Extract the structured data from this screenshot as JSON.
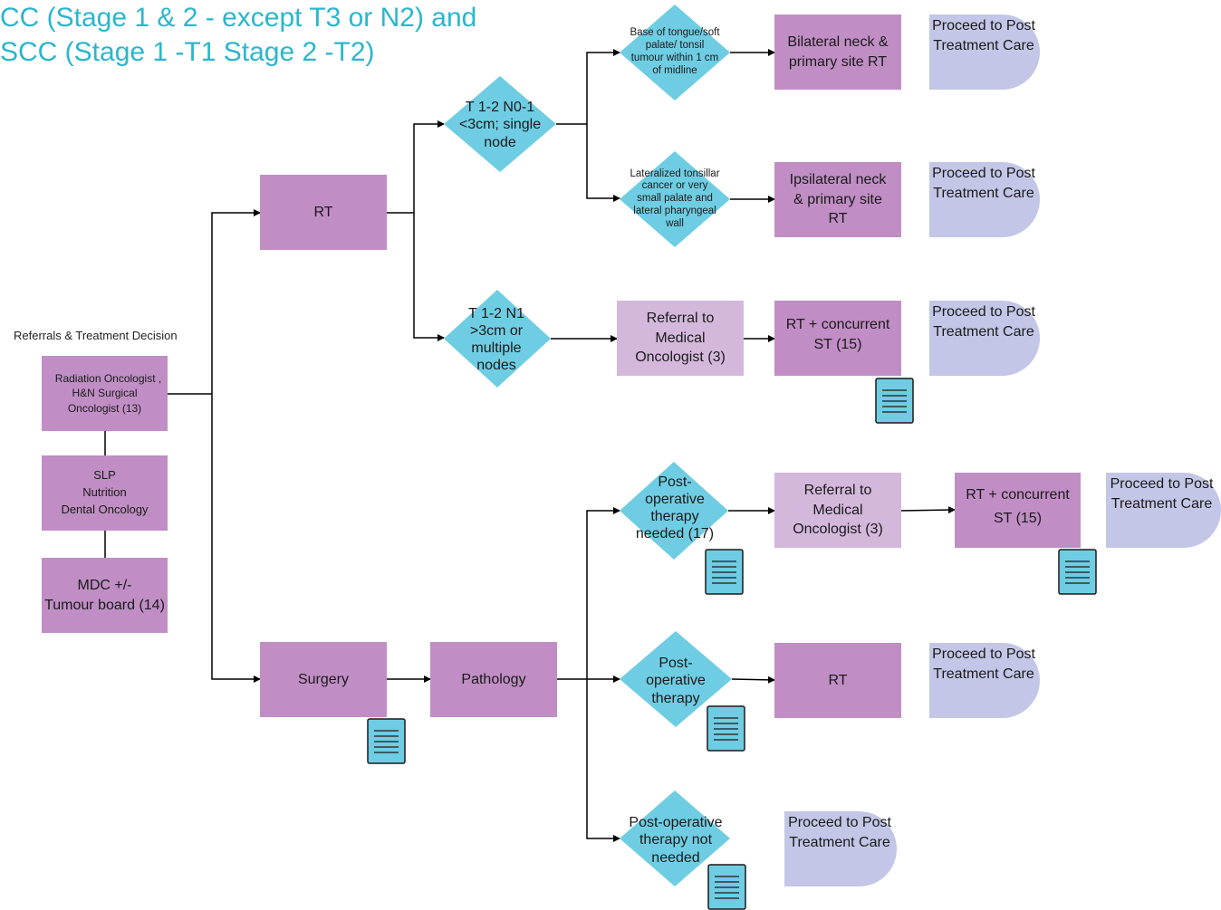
{
  "title": {
    "line1": "CC (Stage 1 & 2 - except T3 or N2) and",
    "line2": "SCC (Stage 1 -T1 Stage 2 -T2)"
  },
  "colors": {
    "title": "#2bb6cc",
    "process_dark": "#c08ec4",
    "process_light": "#d4b8dc",
    "decision": "#6fcde3",
    "terminal": "#c3c6e6",
    "document": "#6fcde3"
  },
  "referrals": {
    "heading": "Referrals & Treatment Decision",
    "box1_lines": [
      "Radiation Oncologist ,",
      "H&N Surgical",
      "Oncologist (13)"
    ],
    "box2_lines": [
      "SLP",
      "Nutrition",
      "Dental Oncology"
    ],
    "box3_lines": [
      "MDC +/-",
      "Tumour board (14)"
    ]
  },
  "rt_branch": {
    "rt_label": "RT",
    "decision1_lines": [
      "T 1-2 N0-1",
      "<3cm; single",
      "node"
    ],
    "decision2_lines": [
      "T 1-2 N1",
      ">3cm or",
      "multiple",
      "nodes"
    ],
    "decision_midline_lines": [
      "Base of tongue/soft",
      "palate/ tonsil",
      "tumour within 1 cm",
      "of midline"
    ],
    "decision_lateral_lines": [
      "Lateralized tonsillar",
      "cancer or very",
      "small palate and",
      "lateral pharyngeal",
      "wall"
    ],
    "bilateral_lines": [
      "Bilateral neck &",
      "primary site RT"
    ],
    "ipsilateral_lines": [
      "Ipsilateral neck",
      "& primary site",
      "RT"
    ],
    "referral_lines": [
      "Referral to",
      "Medical",
      "Oncologist (3)"
    ],
    "rt_concurrent_lines": [
      "RT + concurrent",
      "ST (15)"
    ]
  },
  "surgery_branch": {
    "surgery_label": "Surgery",
    "pathology_label": "Pathology",
    "decision_needed_lines": [
      "Post-",
      "operative",
      "therapy",
      "needed (17)"
    ],
    "decision_therapy_lines": [
      "Post-",
      "operative",
      "therapy"
    ],
    "decision_not_needed_lines": [
      "Post-operative",
      "therapy not",
      "needed"
    ],
    "referral_lines": [
      "Referral to",
      "Medical",
      "Oncologist (3)"
    ],
    "rt_concurrent_lines": [
      "RT + concurrent",
      "ST (15)"
    ],
    "rt_label": "RT"
  },
  "terminal_lines": [
    "Proceed to Post",
    "Treatment Care"
  ]
}
